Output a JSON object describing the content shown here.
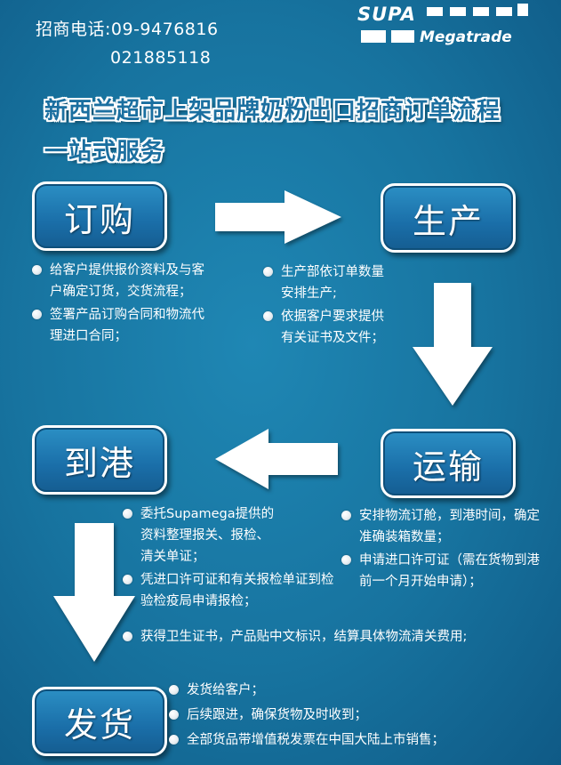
{
  "header": {
    "phone_line1": "招商电话:09-9476816",
    "phone_line2": "021885118",
    "logo_top": "SUPA",
    "logo_bottom": "Megatrade"
  },
  "title": {
    "line1": "新西兰超市上架品牌奶粉出口招商订单流程",
    "line2": "一站式服务"
  },
  "steps": {
    "order": {
      "label": "订购",
      "bullets": [
        "给客户提供报价资料及与客户确定订货，交货流程；",
        "签署产品订购合同和物流代理进口合同；"
      ]
    },
    "production": {
      "label": "生产",
      "bullets": [
        "生产部依订单数量安排生产;",
        "依据客户要求提供有关证书及文件；"
      ]
    },
    "transport": {
      "label": "运输",
      "bullets": [
        "安排物流订舱，到港时间，确定准确装箱数量；",
        "申请进口许可证（需在货物到港前一个月开始申请）；"
      ]
    },
    "arrival": {
      "label": "到港",
      "bullets": [
        "委托Supamega提供的资料整理报关、报检、清关单证；",
        "凭进口许可证和有关报检单证到检验检疫局申请报检；",
        "获得卫生证书，产品贴中文标识，结算具体物流清关费用;"
      ]
    },
    "delivery": {
      "label": "发货",
      "bullets": [
        "发货给客户；",
        "后续跟进，确保货物及时收到；",
        "全部货品带增值税发票在中国大陆上市销售；"
      ]
    }
  },
  "colors": {
    "background": "#17739f",
    "box_fill": "#1a6ea8",
    "title_fill": "#1b6fa0",
    "white": "#ffffff"
  }
}
